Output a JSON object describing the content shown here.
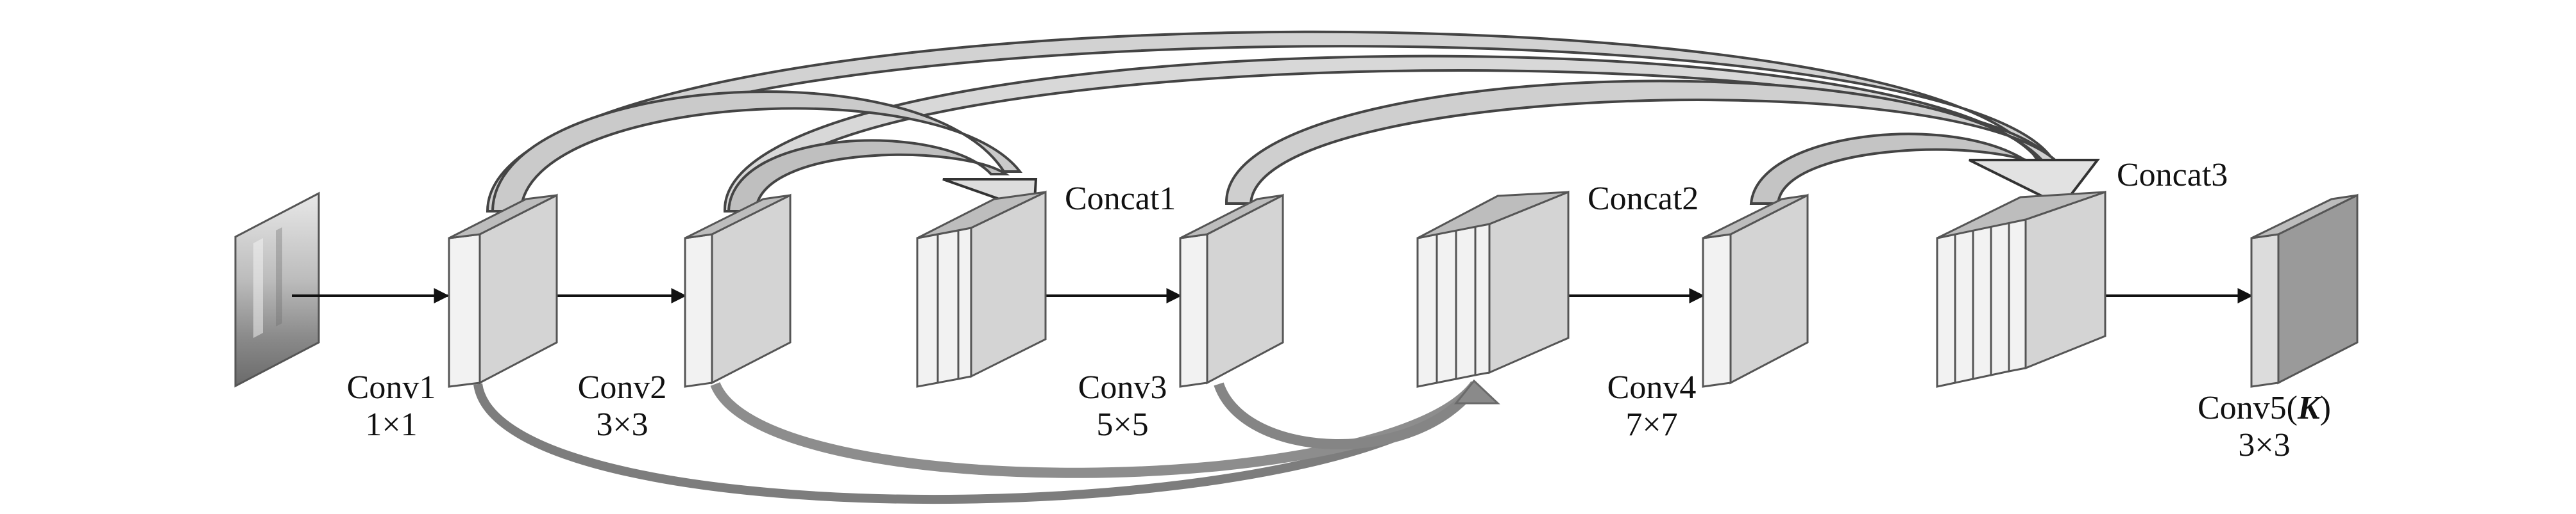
{
  "labels": {
    "conv1": "Conv1",
    "conv1_k": "1×1",
    "conv2": "Conv2",
    "conv2_k": "3×3",
    "conv3": "Conv3",
    "conv3_k": "5×5",
    "conv4": "Conv4",
    "conv4_k": "7×7",
    "conv5_prefix": "Conv5(",
    "conv5_k_symbol": "K",
    "conv5_suffix": ")",
    "conv5_k": "3×3",
    "concat1": "Concat1",
    "concat2": "Concat2",
    "concat3": "Concat3"
  },
  "colors": {
    "block_front": "#d4d4d4",
    "block_side": "#f2f2f2",
    "block_top": "#bdbdbd",
    "block_stroke": "#555555",
    "output_front": "#9a9a9a",
    "curve_fill": "#cfcfcf",
    "curve_stroke": "#444444",
    "bottom_curve": "#888888",
    "arrow": "#111111"
  },
  "icons": {
    "input": "input-image-icon",
    "output": "output-feature-map"
  }
}
